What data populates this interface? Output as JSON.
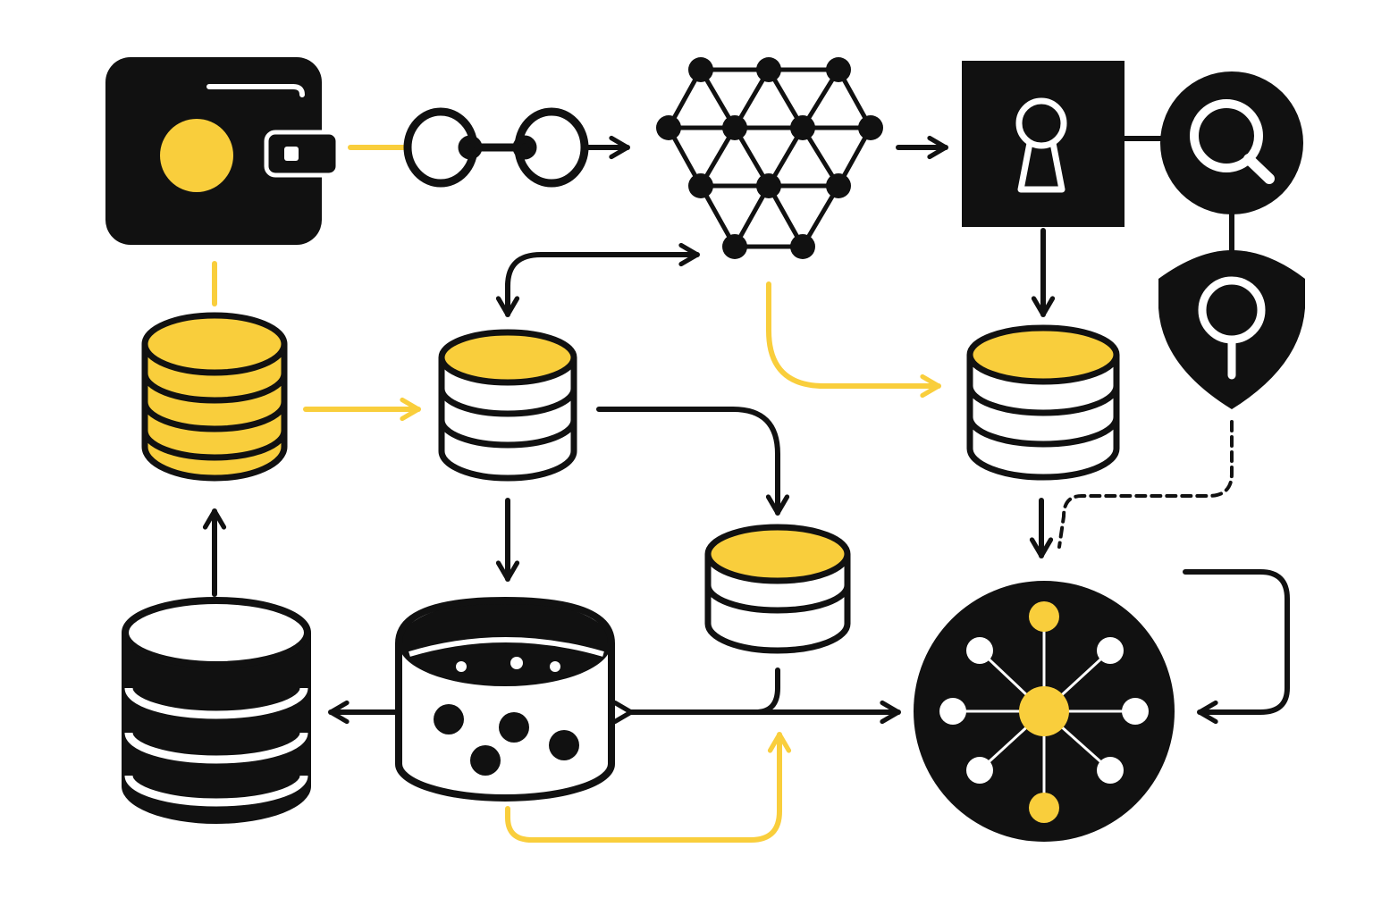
{
  "colors": {
    "ink": "#111111",
    "accent": "#f9ce3c",
    "paper": "#ffffff"
  },
  "nodes": [
    {
      "id": "wallet",
      "icon": "wallet-icon"
    },
    {
      "id": "chain-link",
      "icon": "chain-link-icon"
    },
    {
      "id": "mesh-network",
      "icon": "mesh-network-icon"
    },
    {
      "id": "keyhole-lock",
      "icon": "keyhole-lock-icon"
    },
    {
      "id": "search",
      "icon": "magnifier-icon"
    },
    {
      "id": "shield",
      "icon": "shield-icon"
    },
    {
      "id": "coin-stack-gold",
      "icon": "database-stack-icon"
    },
    {
      "id": "database-middle",
      "icon": "database-icon"
    },
    {
      "id": "database-right",
      "icon": "database-icon"
    },
    {
      "id": "database-small",
      "icon": "database-icon"
    },
    {
      "id": "database-large",
      "icon": "database-icon"
    },
    {
      "id": "data-pool",
      "icon": "data-bucket-icon"
    },
    {
      "id": "hub",
      "icon": "hub-network-icon"
    }
  ]
}
